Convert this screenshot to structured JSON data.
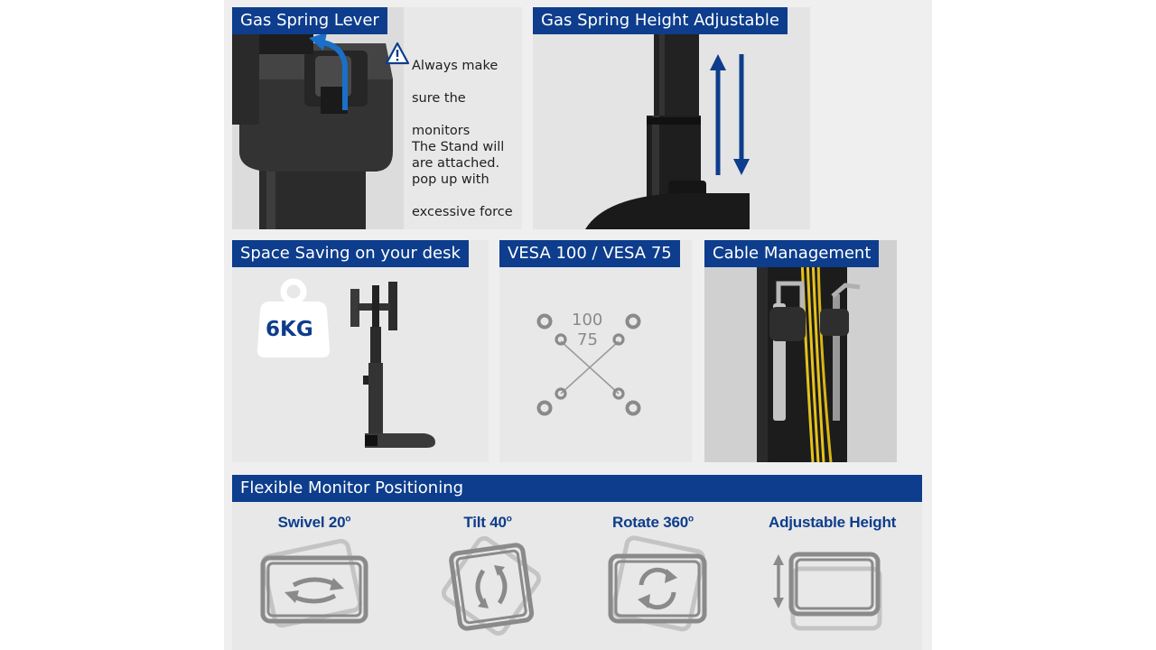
{
  "panels": {
    "gas_spring_lever": {
      "header": "Gas Spring Lever",
      "warning_icon": "warning-triangle-icon",
      "warning_lines": [
        "Always make",
        "sure the",
        "monitors",
        "are attached."
      ],
      "note_lines": [
        "The Stand will",
        "pop up with",
        "excessive force"
      ]
    },
    "gas_spring_height": {
      "header": "Gas Spring Height Adjustable",
      "arrow_icon": "up-down-arrows-icon"
    },
    "space_saving": {
      "header": "Space Saving on your desk",
      "weight": "6KG",
      "weight_icon": "weight-icon"
    },
    "vesa": {
      "header": "VESA 100 / VESA 75",
      "large": "100",
      "small": "75"
    },
    "cable_management": {
      "header": "Cable Management"
    },
    "positioning": {
      "header": "Flexible Monitor Positioning",
      "items": [
        {
          "label": "Swivel 20",
          "degree": "o",
          "icon": "swivel-icon"
        },
        {
          "label": "Tilt 40",
          "degree": "o",
          "icon": "tilt-icon"
        },
        {
          "label": "Rotate 360",
          "degree": "o",
          "icon": "rotate-icon"
        },
        {
          "label": "Adjustable Height",
          "degree": "",
          "icon": "adjustable-height-icon"
        }
      ]
    }
  },
  "colors": {
    "brand_blue": "#0d3d8c",
    "header_text": "#ffffff",
    "icon_gray": "#8a8a8a",
    "panel_bg": "#e8e8e8"
  }
}
